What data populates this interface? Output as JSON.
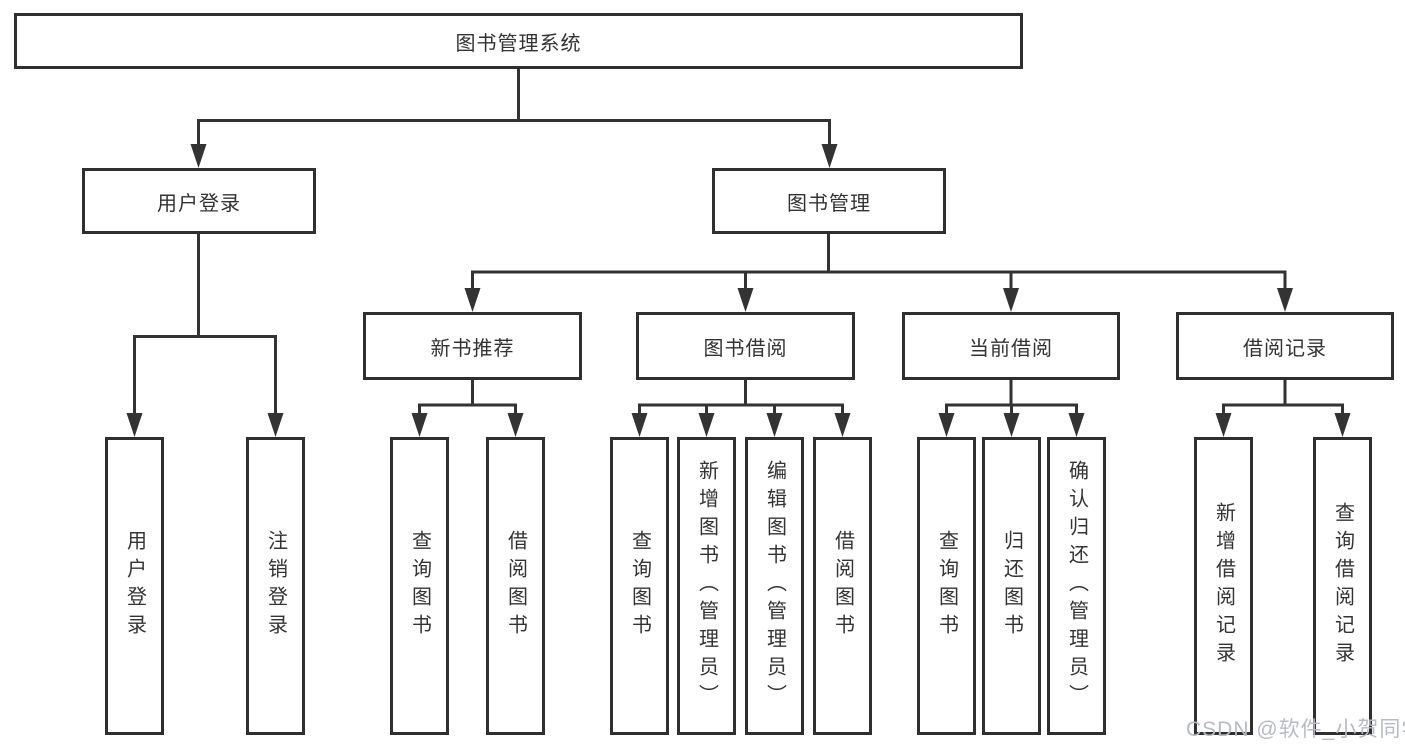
{
  "tree": {
    "root": {
      "label": "图书管理系统"
    },
    "level2": [
      {
        "label": "用户登录",
        "leaves": [
          {
            "label": "用户登录"
          },
          {
            "label": "注销登录"
          }
        ]
      },
      {
        "label": "图书管理",
        "children": [
          {
            "label": "新书推荐",
            "leaves": [
              {
                "label": "查询图书"
              },
              {
                "label": "借阅图书"
              }
            ]
          },
          {
            "label": "图书借阅",
            "leaves": [
              {
                "label": "查询图书"
              },
              {
                "label": "新增图书（管理员）"
              },
              {
                "label": "编辑图书（管理员）"
              },
              {
                "label": "借阅图书"
              }
            ]
          },
          {
            "label": "当前借阅",
            "leaves": [
              {
                "label": "查询图书"
              },
              {
                "label": "归还图书"
              },
              {
                "label": "确认归还（管理员）"
              }
            ]
          },
          {
            "label": "借阅记录",
            "leaves": [
              {
                "label": "新增借阅记录"
              },
              {
                "label": "查询借阅记录"
              }
            ]
          }
        ]
      }
    ]
  },
  "watermark": {
    "text": "CSDN @软件_小贺同学"
  },
  "colors": {
    "line": "#333333",
    "box_border": "#2f2f2f",
    "box_background": "#ffffff",
    "text": "#333333",
    "watermark": "#b8bbc2",
    "page_background": "#ffffff"
  }
}
